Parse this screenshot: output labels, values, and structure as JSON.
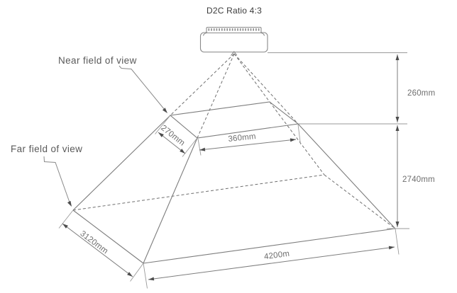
{
  "title": "D2C Ratio 4:3",
  "labels": {
    "near_field_of_view": "Near field of view",
    "far_field_of_view": "Far field of view"
  },
  "dimensions": {
    "device_to_near_distance": "260mm",
    "near_to_far_distance": "2740mm",
    "near_plane_width": "270mm",
    "near_plane_length": "360mm",
    "far_plane_width": "3120mm",
    "far_plane_length": "4200m"
  },
  "colors": {
    "background": "#ffffff",
    "solid_line": "#7d7d7d",
    "dashed_line": "#6f6f6f",
    "extension_line": "#9a9a9a",
    "device_outline": "#8a8a8a",
    "arrow_fill": "#4d4d4d",
    "title_text": "#3a3a3a",
    "label_text": "#595959",
    "dim_text": "#6e6e6e"
  }
}
